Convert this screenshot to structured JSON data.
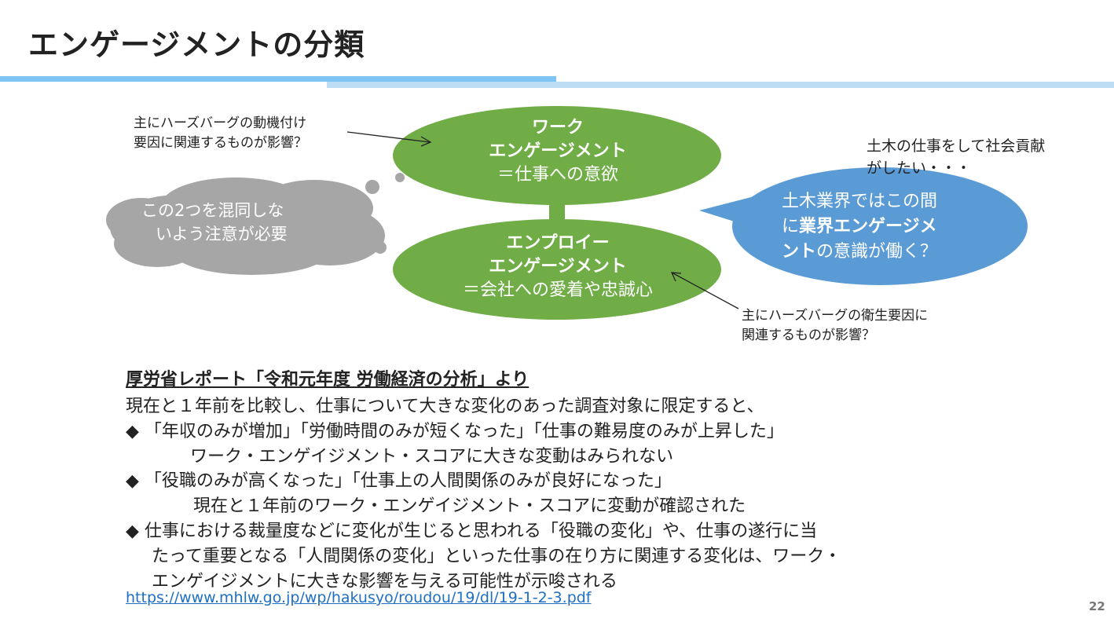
{
  "title": "エンゲージメントの分類",
  "diagram": {
    "work": {
      "line1": "ワーク",
      "line2": "エンゲージメント",
      "line3": "＝仕事への意欲"
    },
    "employee": {
      "line1": "エンプロイー",
      "line2": "エンゲージメント",
      "line3": "＝会社への愛着や忠誠心"
    },
    "cloud": {
      "line1": "この2つを混同しな",
      "line2": "いよう注意が必要"
    },
    "blue": {
      "line1": "土木業界ではこの間",
      "line2_pre": "に",
      "line2_bold": "業界エンゲージメ",
      "line3_bold": "ント",
      "line3_post": "の意識が働く？"
    },
    "note_work": {
      "line1": "主にハーズバーグの動機付け",
      "line2": "要因に関連するものが影響？"
    },
    "note_employee": {
      "line1": "主にハーズバーグの衛生要因に",
      "line2": "関連するものが影響？"
    },
    "note_civil": {
      "line1": "土木の仕事をして社会貢献",
      "line2": "がしたい・・・"
    }
  },
  "report": {
    "heading": "厚労省レポート「令和元年度 労働経済の分析」より",
    "lines": [
      "現在と１年前を比較し、仕事について大きな変化のあった調査対象に限定すると、",
      "◆ 「年収のみが増加」「労働時間のみが短くなった」「仕事の難易度のみが上昇した」",
      "ワーク・エンゲイジメント・スコアに大きな変動はみられない",
      "◆ 「役職のみが高くなった」「仕事上の人間関係のみが良好になった」",
      "現在と１年前のワーク・エンゲイジメント・スコアに変動が確認された",
      "◆ 仕事における裁量度などに変化が生じると思われる「役職の変化」や、仕事の遂行に当",
      "たって重要となる「人間関係の変化」といった仕事の在り方に関連する変化は、ワーク・",
      "エンゲイジメントに大きな影響を与える可能性が示唆される"
    ],
    "url": "https://www.mhlw.go.jp/wp/hakusyo/roudou/19/dl/19-1-2-3.pdf"
  },
  "page_number": "22",
  "colors": {
    "green": "#70ad47",
    "blue": "#5b9bd5",
    "gray": "#a6a6a6",
    "bar1": "#7fc4f5",
    "bar2": "#bcdcf4"
  }
}
